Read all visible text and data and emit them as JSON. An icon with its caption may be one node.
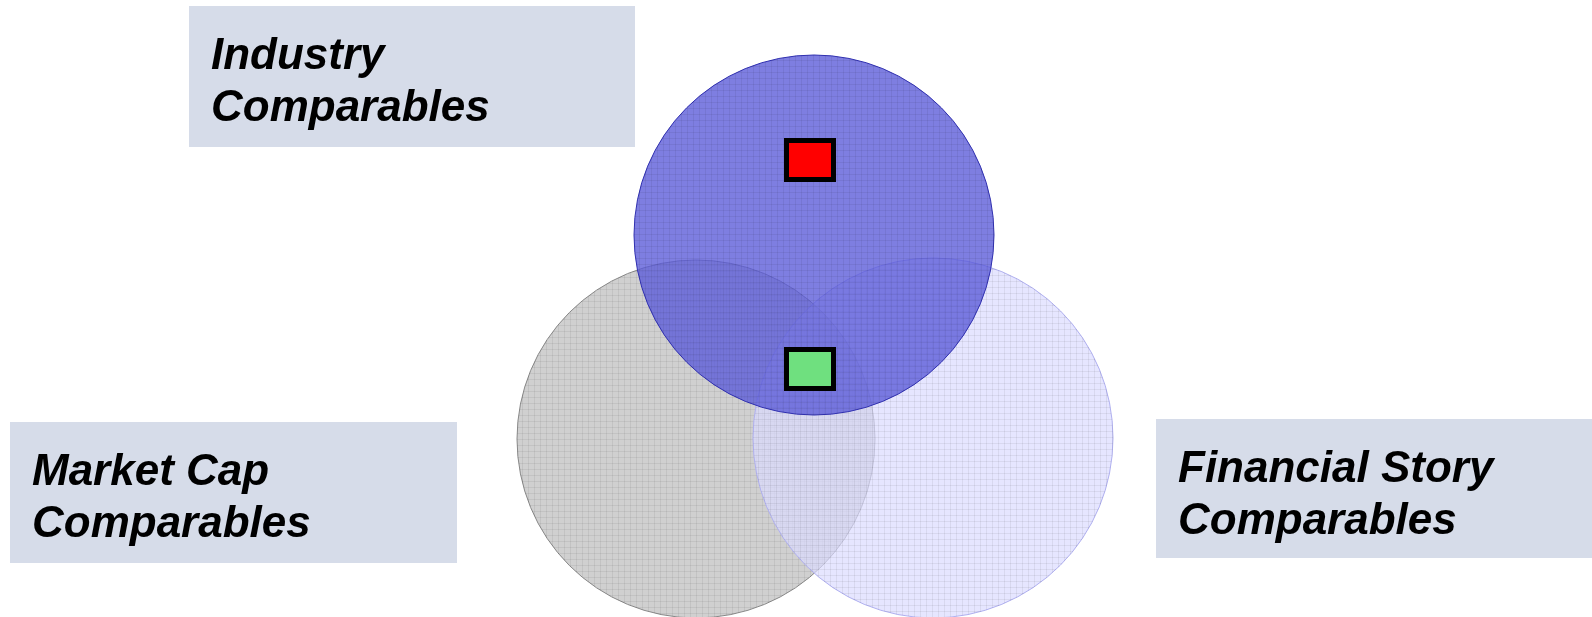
{
  "diagram": {
    "nodes": [
      {
        "text": [
          "Industry Comparables"
        ]
      },
      {
        "text": [],
        "shape": "circle"
      },
      {
        "text": [],
        "shape": "box",
        "in": 1
      },
      {
        "text": [],
        "shape": "circle"
      },
      {
        "text": [],
        "shape": "circle"
      },
      {
        "text": [],
        "shape": "box"
      },
      {
        "text": [
          "Market Cap Comparables"
        ]
      },
      {
        "text": [
          "Financial Story Comparables"
        ]
      }
    ]
  }
}
